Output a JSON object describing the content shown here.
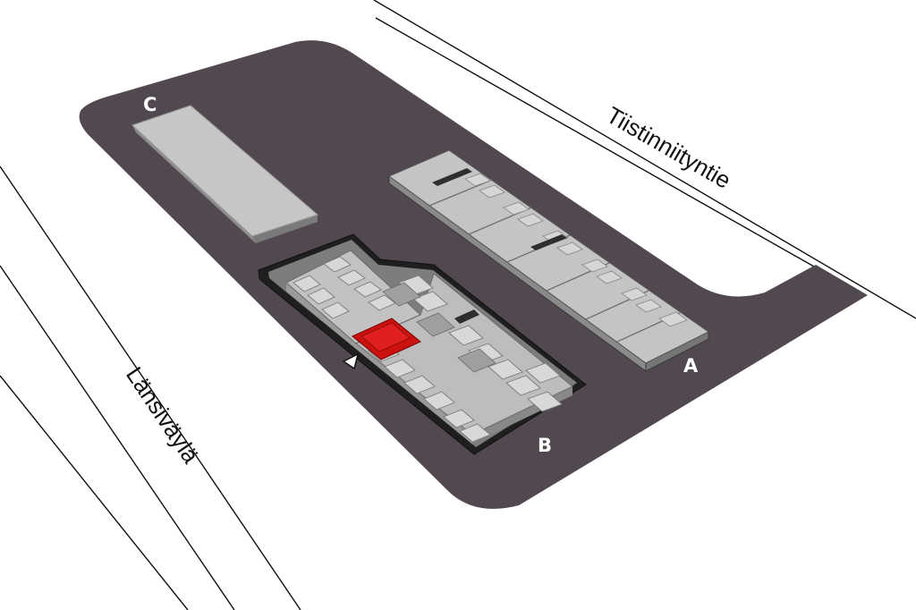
{
  "map": {
    "streets": {
      "tiistinniityntie": "Tiistinniityntie",
      "lansivayla": "Länsiväylä"
    },
    "buildings": {
      "a": {
        "label": "A"
      },
      "b": {
        "label": "B"
      },
      "c": {
        "label": "C"
      }
    },
    "colors": {
      "lot": "#524950",
      "roof": "#c6c6c6",
      "roof_light": "#d4d4d4",
      "wall": "#8d8d8d",
      "highlight": "#cc1111",
      "outline": "#1a1a1a"
    },
    "marker": {
      "icon": "entrance-triangle-icon"
    }
  }
}
